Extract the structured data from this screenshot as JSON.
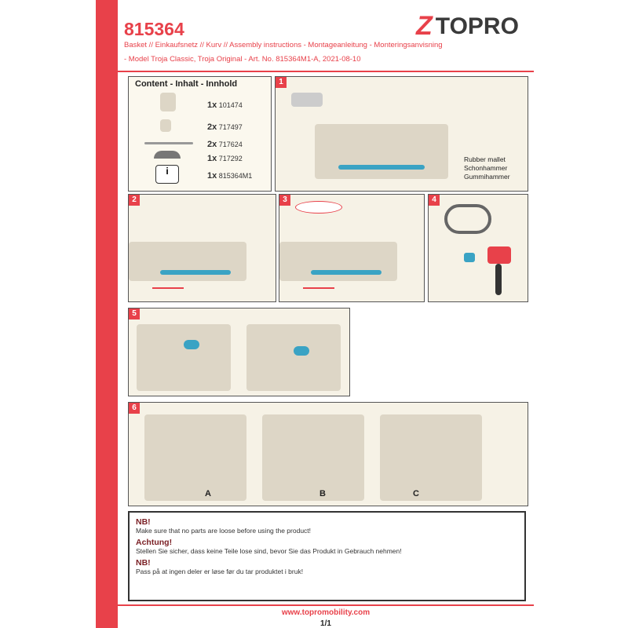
{
  "header": {
    "article_number": "815364",
    "subtitle": "Basket // Einkaufsnetz // Kurv // Assembly instructions - Montageanleitung - Monteringsanvisning",
    "model_line": "- Model Troja Classic, Troja Original - Art. No. 815364M1-A, 2021-08-10",
    "logo_text": "TOPRO"
  },
  "content": {
    "title": "Content - Inhalt - Innhold",
    "items": [
      {
        "qty": "1x",
        "code": "101474"
      },
      {
        "qty": "2x",
        "code": "717497"
      },
      {
        "qty": "2x",
        "code": "717624"
      },
      {
        "qty": "1x",
        "code": "717292"
      },
      {
        "qty": "1x",
        "code": "815364M1"
      }
    ]
  },
  "steps": {
    "s1": "1",
    "s2": "2",
    "s3": "3",
    "s4": "4",
    "s5": "5",
    "s6": "6"
  },
  "step1_caption": [
    "Rubber mallet",
    "Schonhammer",
    "Gummihammer"
  ],
  "step6_labels": [
    "A",
    "B",
    "C"
  ],
  "notes": [
    {
      "heading": "NB!",
      "text": "Make sure that no parts are loose before using the product!"
    },
    {
      "heading": "Achtung!",
      "text": "Stellen Sie sicher, dass keine Teile lose sind, bevor Sie das Produkt in Gebrauch nehmen!"
    },
    {
      "heading": "NB!",
      "text": "Pass på at ingen deler er løse før du tar produktet i bruk!"
    }
  ],
  "footer": {
    "url": "www.topromobility.com",
    "page": "1/1"
  },
  "colors": {
    "brand": "#e8414a",
    "tool": "#3aa3c4",
    "note_heading": "#7a1f24"
  }
}
